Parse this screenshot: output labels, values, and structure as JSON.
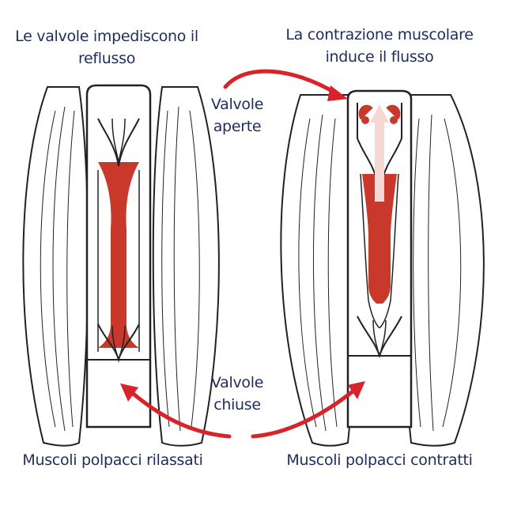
{
  "labels": {
    "left_title": [
      "Le valvole impediscono il",
      "reflusso"
    ],
    "right_title": [
      "La contrazione muscolare",
      "induce il flusso"
    ],
    "valves_open": [
      "Valvole",
      "aperte"
    ],
    "valves_closed": [
      "Valvole",
      "chiuse"
    ],
    "left_caption": "Muscoli polpacci rilassati",
    "right_caption": "Muscoli polpacci contratti"
  },
  "colors": {
    "text": "#1f2c5c",
    "blood": "#c8392b",
    "arrow": "#d9232a",
    "outline": "#222222",
    "background": "#ffffff"
  }
}
